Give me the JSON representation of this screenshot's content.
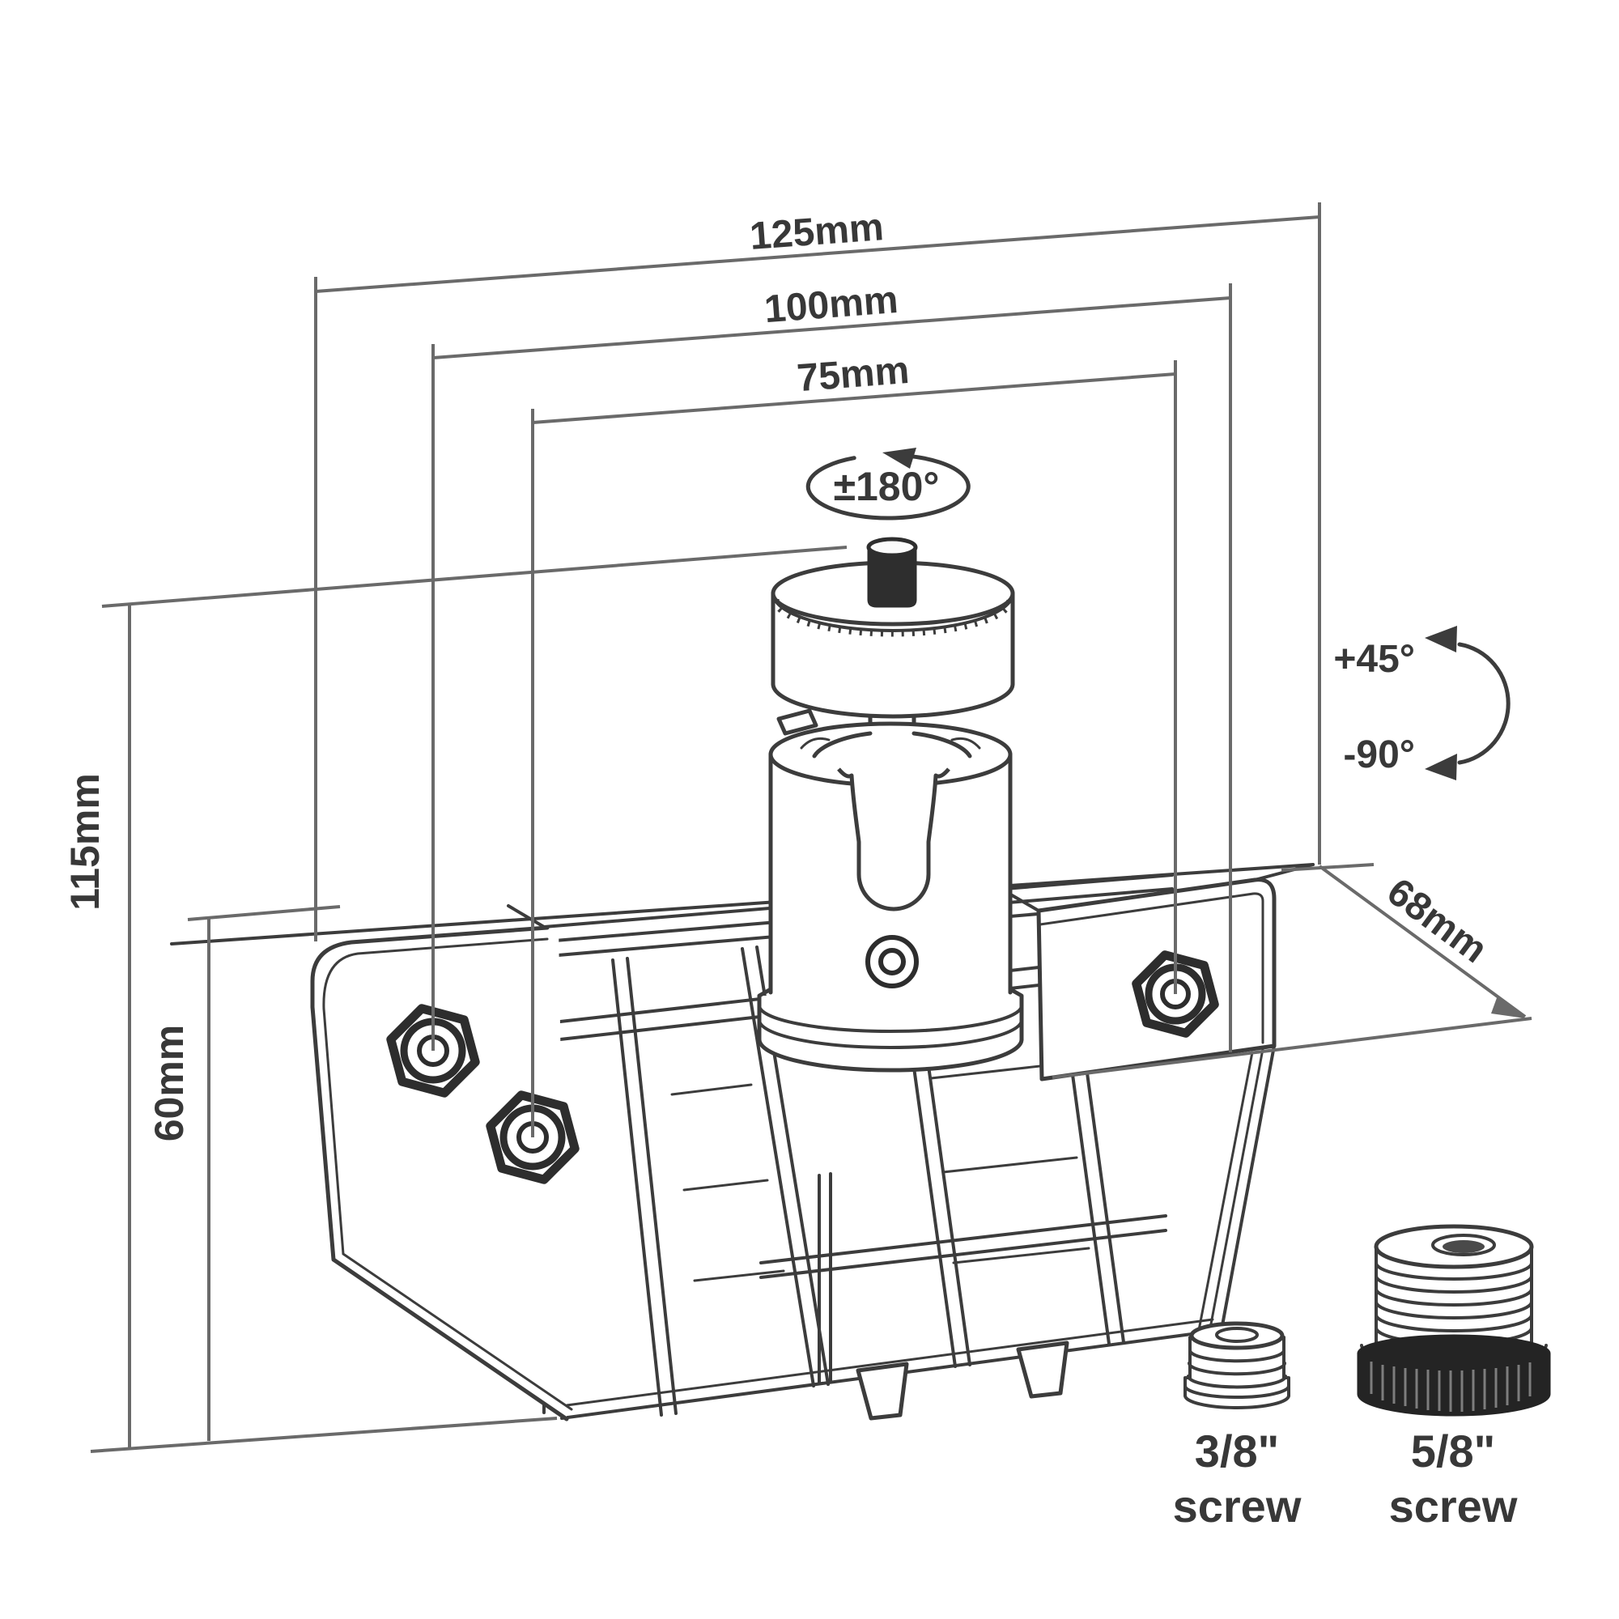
{
  "title": "Ball-head wall mount bracket dimensional diagram",
  "colors": {
    "background": "#ffffff",
    "object_line": "#3c3c3c",
    "dimension_line": "#6a6a6a",
    "label_text": "#383838",
    "stud_fill": "#2e2e2e",
    "knurl_fill": "#242424"
  },
  "dimensions": {
    "width_outer": "125mm",
    "width_mid": "100mm",
    "width_inner": "75mm",
    "height_total": "115mm",
    "height_body": "60mm",
    "depth": "68mm"
  },
  "rotation_labels": {
    "pan": "±180°",
    "tilt_up": "+45°",
    "tilt_down": "-90°"
  },
  "adapters": {
    "small": {
      "size": "3/8\"",
      "type": "screw"
    },
    "large": {
      "size": "5/8\"",
      "type": "screw"
    }
  }
}
